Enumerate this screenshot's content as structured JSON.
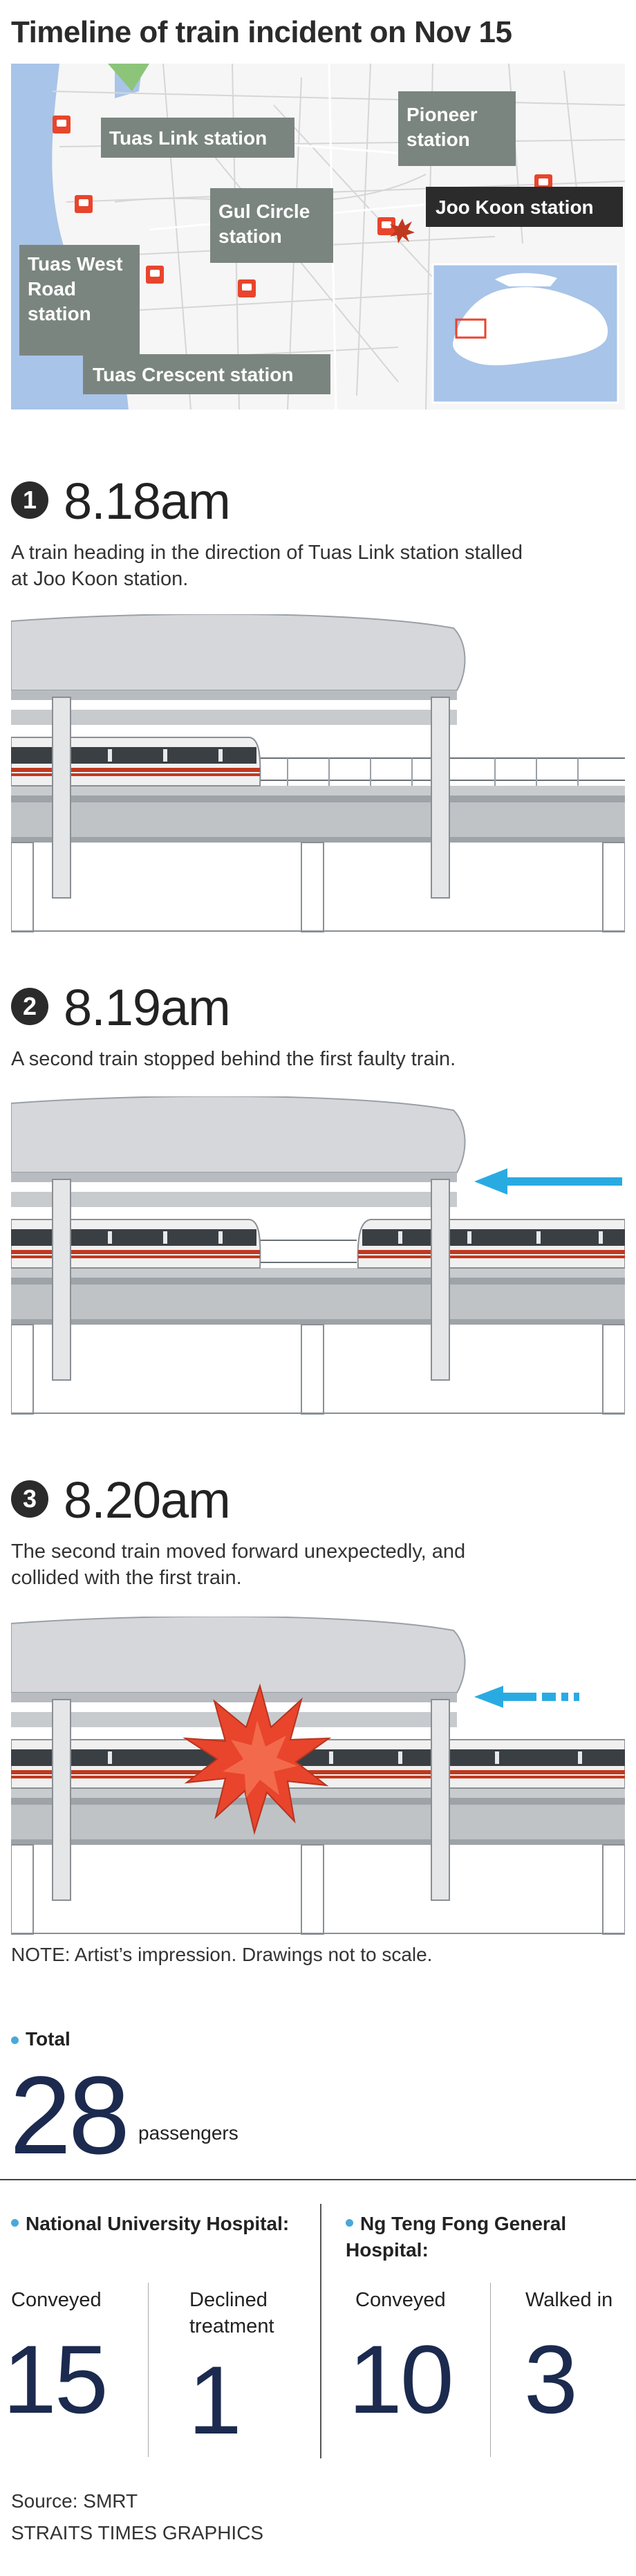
{
  "title": "Timeline of train incident on Nov 15",
  "map": {
    "stations": {
      "tuas_link": "Tuas Link station",
      "pioneer": "Pioneer station",
      "joo_koon": "Joo Koon station",
      "gul_circle": "Gul Circle station",
      "tuas_west_road": "Tuas West Road station",
      "tuas_crescent": "Tuas Crescent station"
    },
    "colors": {
      "station_marker": "#e8452c",
      "label_bg": "#7b8580",
      "label_dark_bg": "#2b2b2b",
      "sea": "#a8c4e8",
      "land": "#f4f4f4"
    }
  },
  "steps": [
    {
      "number": "1",
      "time": "8.18am",
      "description": "A train heading in the direction of Tuas Link station stalled at Joo Koon station."
    },
    {
      "number": "2",
      "time": "8.19am",
      "description": "A second train stopped behind the first faulty train."
    },
    {
      "number": "3",
      "time": "8.20am",
      "description": "The second train moved forward unexpectedly, and collided with the first train."
    }
  ],
  "note": "NOTE: Artist’s impression. Drawings not to scale.",
  "total": {
    "label": "Total",
    "value": "28",
    "unit": "passengers"
  },
  "hospitals": [
    {
      "name": "National University Hospital:",
      "stats": [
        {
          "label": "Conveyed",
          "value": "15"
        },
        {
          "label": "Declined treatment",
          "value": "1"
        }
      ]
    },
    {
      "name": "Ng Teng Fong General Hospital:",
      "stats": [
        {
          "label": "Conveyed",
          "value": "10"
        },
        {
          "label": "Walked in",
          "value": "3"
        }
      ]
    }
  ],
  "source": "Source: SMRT",
  "credit": "STRAITS TIMES GRAPHICS",
  "colors": {
    "accent": "#4aa8d8",
    "number": "#1b2a4e",
    "arrow": "#29abe2",
    "burst": "#e8452c"
  }
}
